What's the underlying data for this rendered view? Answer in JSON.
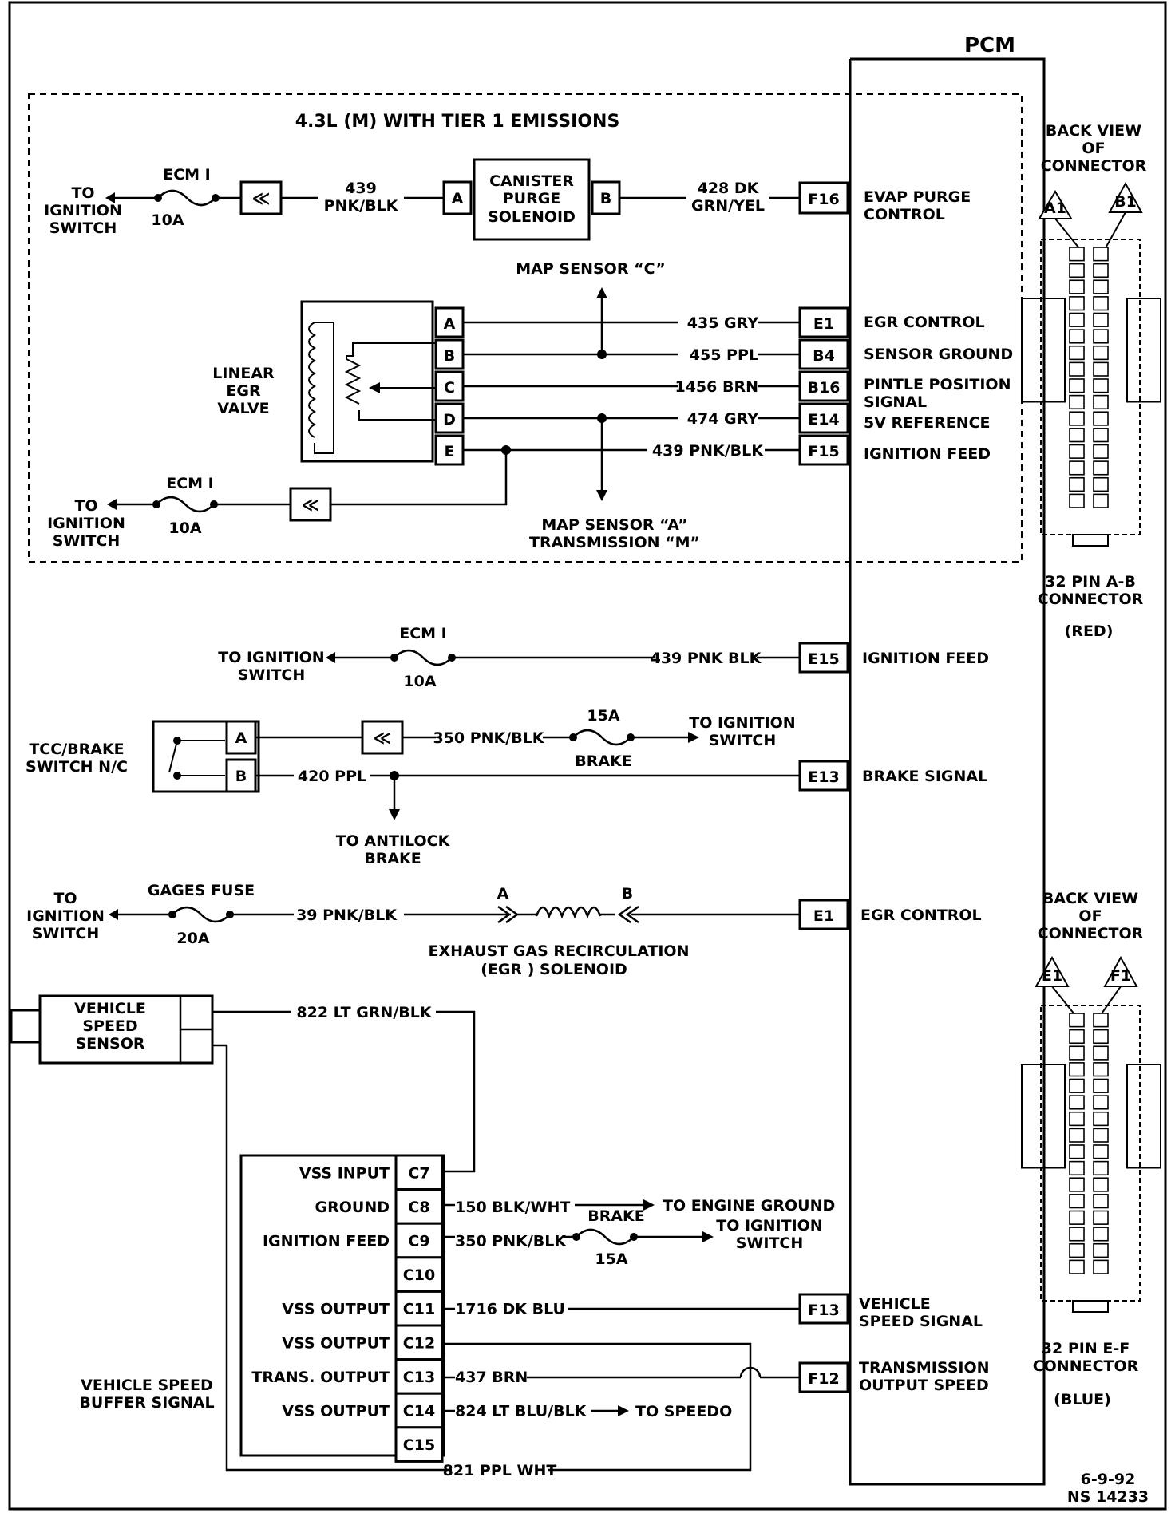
{
  "pcm": {
    "label": "PCM"
  },
  "tier1": {
    "title": "4.3L (M) WITH TIER 1 EMISSIONS"
  },
  "evap": {
    "dest": [
      "TO",
      "IGNITION",
      "SWITCH"
    ],
    "fuse_name": "ECM I",
    "fuse_rating": "10A",
    "wire1": [
      "439",
      "PNK/BLK"
    ],
    "solenoid": [
      "CANISTER",
      "PURGE",
      "SOLENOID"
    ],
    "pin_a": "A",
    "pin_b": "B",
    "wire2": [
      "428 DK",
      "GRN/YEL"
    ],
    "pcm_pin": "F16",
    "signal": [
      "EVAP PURGE",
      "CONTROL"
    ]
  },
  "egr_valve": {
    "name": [
      "LINEAR",
      "EGR",
      "VALVE"
    ],
    "pins": [
      "A",
      "B",
      "C",
      "D",
      "E"
    ],
    "wires": [
      "435 GRY",
      "455 PPL",
      "1456 BRN",
      "474 GRY",
      "439 PNK/BLK"
    ],
    "pcm_pins": [
      "E1",
      "B4",
      "B16",
      "E14",
      "F15"
    ],
    "signals": [
      "EGR CONTROL",
      "SENSOR GROUND",
      "PINTLE POSITION",
      "5V REFERENCE",
      "IGNITION FEED"
    ],
    "signal_extra": "SIGNAL",
    "map_c": "MAP SENSOR “C”",
    "map_a": [
      "MAP SENSOR “A”",
      "TRANSMISSION “M”"
    ],
    "dest": [
      "TO",
      "IGNITION",
      "SWITCH"
    ],
    "fuse_name": "ECM I",
    "fuse_rating": "10A"
  },
  "ign_feed": {
    "dest": [
      "TO IGNITION",
      "SWITCH"
    ],
    "fuse_name": "ECM I",
    "fuse_rating": "10A",
    "wire": "439 PNK BLK",
    "pcm_pin": "E15",
    "signal": "IGNITION FEED"
  },
  "brake": {
    "switch": [
      "TCC/BRAKE",
      "SWITCH N/C"
    ],
    "pin_a": "A",
    "pin_b": "B",
    "wire_a": "350 PNK/BLK",
    "fuse_rating": "15A",
    "fuse_name": "BRAKE",
    "dest": [
      "TO IGNITION",
      "SWITCH"
    ],
    "wire_b": "420 PPL",
    "antilock": [
      "TO ANTILOCK",
      "BRAKE"
    ],
    "pcm_pin": "E13",
    "signal": "BRAKE SIGNAL"
  },
  "egr_sol": {
    "dest": [
      "TO",
      "IGNITION",
      "SWITCH"
    ],
    "fuse_name": "GAGES FUSE",
    "fuse_rating": "20A",
    "wire": "39 PNK/BLK",
    "pin_a": "A",
    "pin_b": "B",
    "name": [
      "EXHAUST GAS RECIRCULATION",
      "(EGR ) SOLENOID"
    ],
    "pcm_pin": "E1",
    "signal": "EGR CONTROL"
  },
  "vss": {
    "sensor": [
      "VEHICLE",
      "SPEED",
      "SENSOR"
    ],
    "wire_top": "822 LT GRN/BLK",
    "wire_bottom": "821 PPL WHT",
    "buffer": [
      "VEHICLE SPEED",
      "BUFFER SIGNAL"
    ],
    "rows": [
      {
        "label": "VSS INPUT",
        "pin": "C7",
        "wire": ""
      },
      {
        "label": "GROUND",
        "pin": "C8",
        "wire": "150 BLK/WHT"
      },
      {
        "label": "IGNITION FEED",
        "pin": "C9",
        "wire": "350 PNK/BLK"
      },
      {
        "label": "",
        "pin": "C10",
        "wire": ""
      },
      {
        "label": "VSS OUTPUT",
        "pin": "C11",
        "wire": "1716 DK BLU"
      },
      {
        "label": "VSS OUTPUT",
        "pin": "C12",
        "wire": ""
      },
      {
        "label": "TRANS. OUTPUT",
        "pin": "C13",
        "wire": "437 BRN"
      },
      {
        "label": "VSS OUTPUT",
        "pin": "C14",
        "wire": "824 LT BLU/BLK"
      },
      {
        "label": "",
        "pin": "C15",
        "wire": ""
      }
    ],
    "engine_ground": "TO ENGINE GROUND",
    "brake_fuse_name": "BRAKE",
    "brake_fuse_rating": "15A",
    "ign_dest": [
      "TO IGNITION",
      "SWITCH"
    ],
    "speedo": "TO SPEEDO",
    "f13_pin": "F13",
    "f13_signal": [
      "VEHICLE",
      "SPEED SIGNAL"
    ],
    "f12_pin": "F12",
    "f12_signal": [
      "TRANSMISSION",
      "OUTPUT SPEED"
    ]
  },
  "connector_ab": {
    "title": [
      "BACK VIEW",
      "OF",
      "CONNECTOR"
    ],
    "pin_left": "A1",
    "pin_right": "B1",
    "caption": [
      "32  PIN A-B",
      "CONNECTOR"
    ],
    "color": "(RED)"
  },
  "connector_ef": {
    "title": [
      "BACK VIEW",
      "OF",
      "CONNECTOR"
    ],
    "pin_left": "E1",
    "pin_right": "F1",
    "caption": [
      "32  PIN E-F",
      "CONNECTOR"
    ],
    "color": "(BLUE)"
  },
  "footer": {
    "date": "6-9-92",
    "code": "NS 14233"
  }
}
